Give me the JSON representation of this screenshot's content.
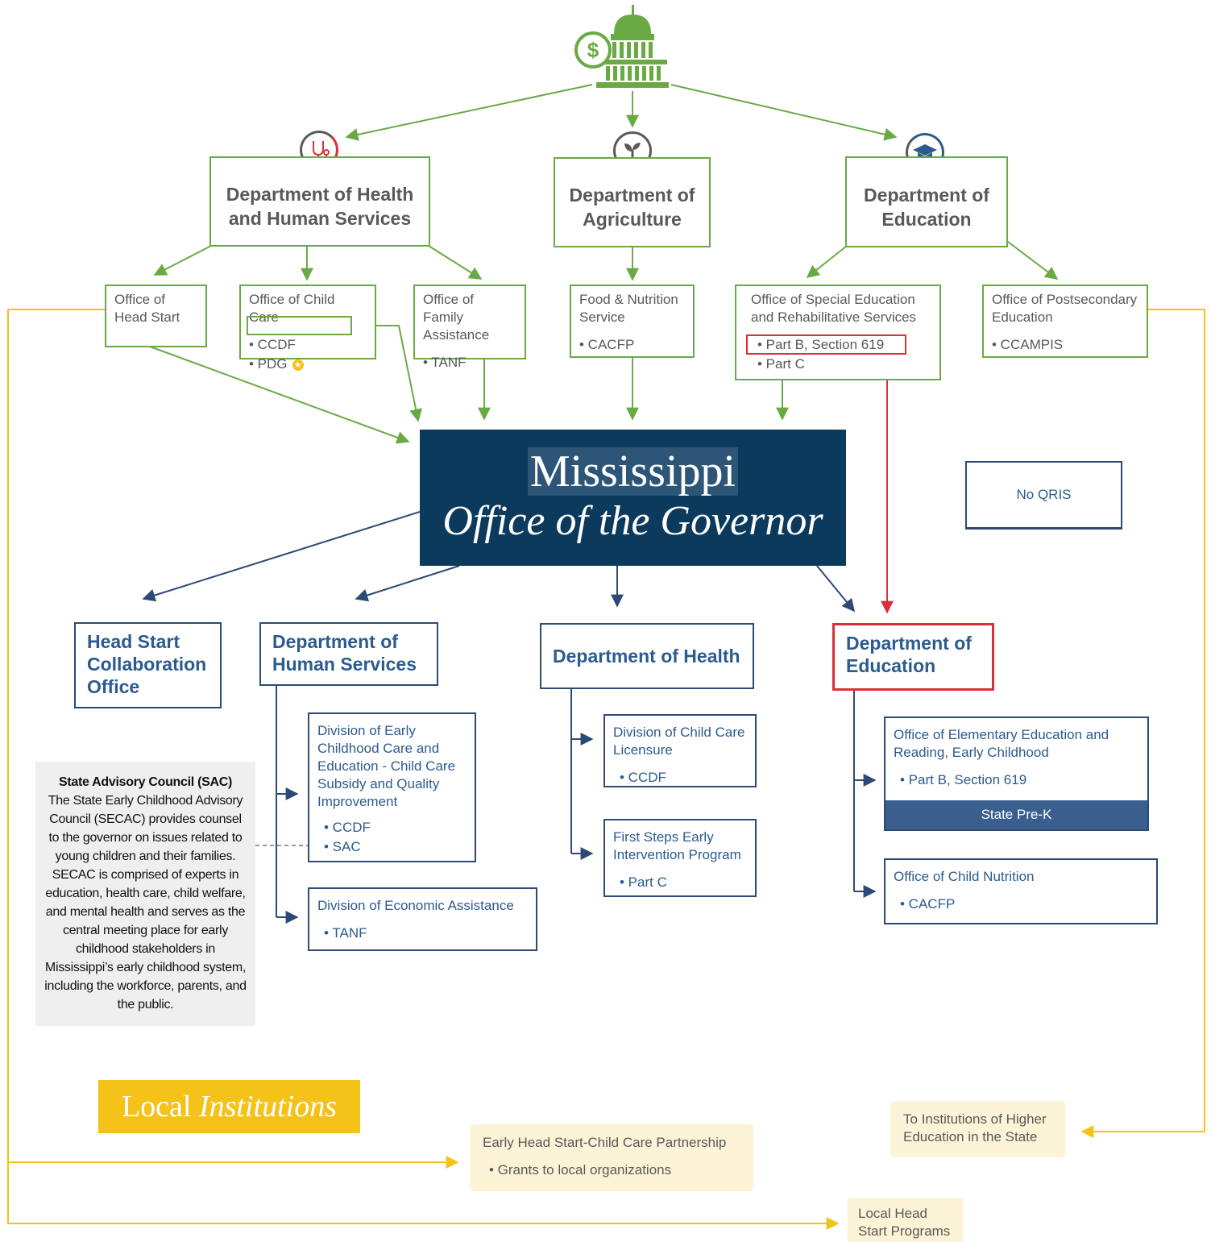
{
  "colors": {
    "green": "#6aaa44",
    "navy": "#0b3a5c",
    "blue": "#2c4a75",
    "red": "#d9303a",
    "gold": "#f5c21a",
    "cream": "#fdf3d6"
  },
  "top_icon": "capitol-building-dollar-icon",
  "federal": {
    "hhs": {
      "title": "Department of Health and Human Services",
      "icon": "stethoscope-icon"
    },
    "agriculture": {
      "title": "Department of Agriculture",
      "icon": "sprout-icon"
    },
    "education": {
      "title": "Department of Education",
      "icon": "graduation-cap-icon"
    }
  },
  "federal_offices": {
    "head_start": {
      "title": "Office of Head Start"
    },
    "child_care": {
      "title": "Office of Child Care",
      "items": [
        "• CCDF",
        "• PDG"
      ]
    },
    "family_assistance": {
      "title": "Office of Family Assistance",
      "items": [
        "• TANF"
      ]
    },
    "food_nutrition": {
      "title": "Food & Nutrition Service",
      "items": [
        "• CACFP"
      ]
    },
    "special_ed": {
      "title": "Office of Special Education and Rehabilitative Services",
      "items": [
        "• Part B, Section 619",
        "• Part C"
      ]
    },
    "postsecondary": {
      "title": "Office of Postsecondary Education",
      "items": [
        "• CCAMPIS"
      ]
    }
  },
  "governor": {
    "line1": "Mississippi",
    "line2": "Office of the Governor"
  },
  "qris": "No QRIS",
  "state": {
    "head_start_office": "Head Start Collaboration Office",
    "human_services": "Department of Human Services",
    "health": "Department of Health",
    "education": "Department of Education"
  },
  "state_divisions": {
    "early_childhood": {
      "title": "Division of Early Childhood Care and Education - Child Care Subsidy and Quality Improvement",
      "items": [
        "• CCDF",
        "• SAC"
      ]
    },
    "economic": {
      "title": "Division of Economic Assistance",
      "items": [
        "• TANF"
      ]
    },
    "licensure": {
      "title": "Division of Child Care Licensure",
      "items": [
        "• CCDF"
      ]
    },
    "first_steps": {
      "title": "First Steps Early Intervention Program",
      "items": [
        "• Part C"
      ]
    },
    "elementary": {
      "title": "Office of Elementary Education and Reading, Early Childhood",
      "items": [
        "• Part B, Section 619"
      ],
      "band": "State Pre-K"
    },
    "child_nutrition": {
      "title": "Office of Child Nutrition",
      "items": [
        "• CACFP"
      ]
    }
  },
  "sac": {
    "title": "State Advisory Council (SAC)",
    "body": "The State Early Childhood Advisory Council (SECAC) provides counsel to the governor on issues related to young children and their families. SECAC is comprised of experts in education, health care, child welfare, and mental health and serves as the central meeting place for early childhood stakeholders in Mississippi’s early childhood system, including the workforce, parents, and the public."
  },
  "local": {
    "word1": "Local",
    "word2": "Institutions"
  },
  "local_targets": {
    "ehs": {
      "title": "Early Head Start-Child Care Partnership",
      "items": [
        "• Grants to local organizations"
      ]
    },
    "higher_ed": {
      "title": "To Institutions of Higher Education in the State"
    },
    "head_start_programs": {
      "title": "Local Head Start Programs"
    }
  }
}
